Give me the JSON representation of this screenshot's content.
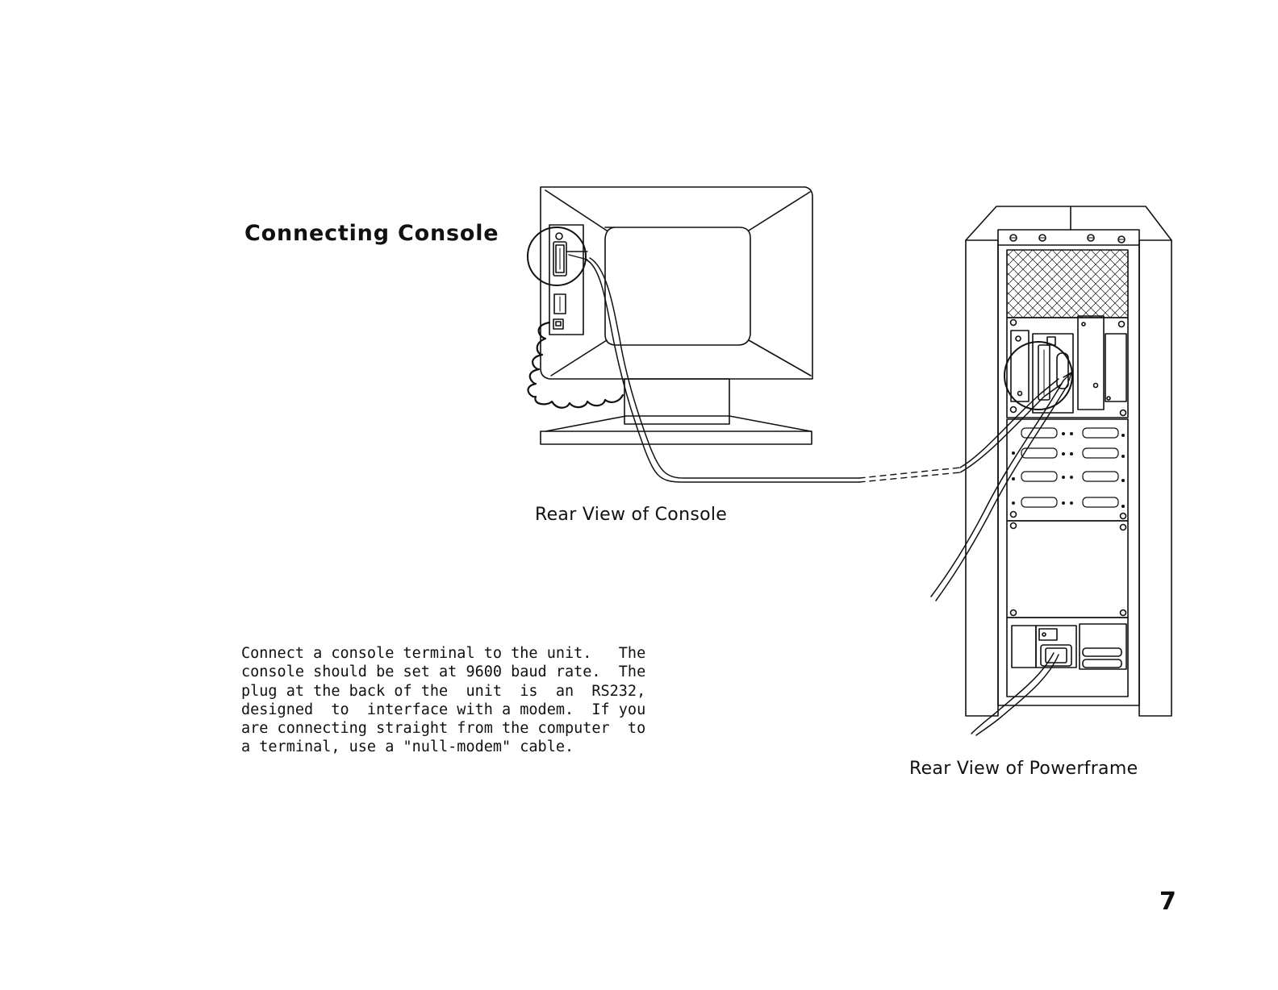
{
  "section": {
    "title": "Connecting Console"
  },
  "body_lines": [
    "Connect a console terminal to the unit.   The",
    "console should be set at 9600 baud rate.  The",
    "plug at the back of the  unit  is  an  RS232,",
    "designed  to  interface with a modem.  If you",
    "are connecting straight from the computer  to",
    "a terminal, use a \"null-modem\" cable."
  ],
  "captions": {
    "console": "Rear View of Console",
    "powerframe": "Rear View of Powerframe"
  },
  "page_number": "7"
}
